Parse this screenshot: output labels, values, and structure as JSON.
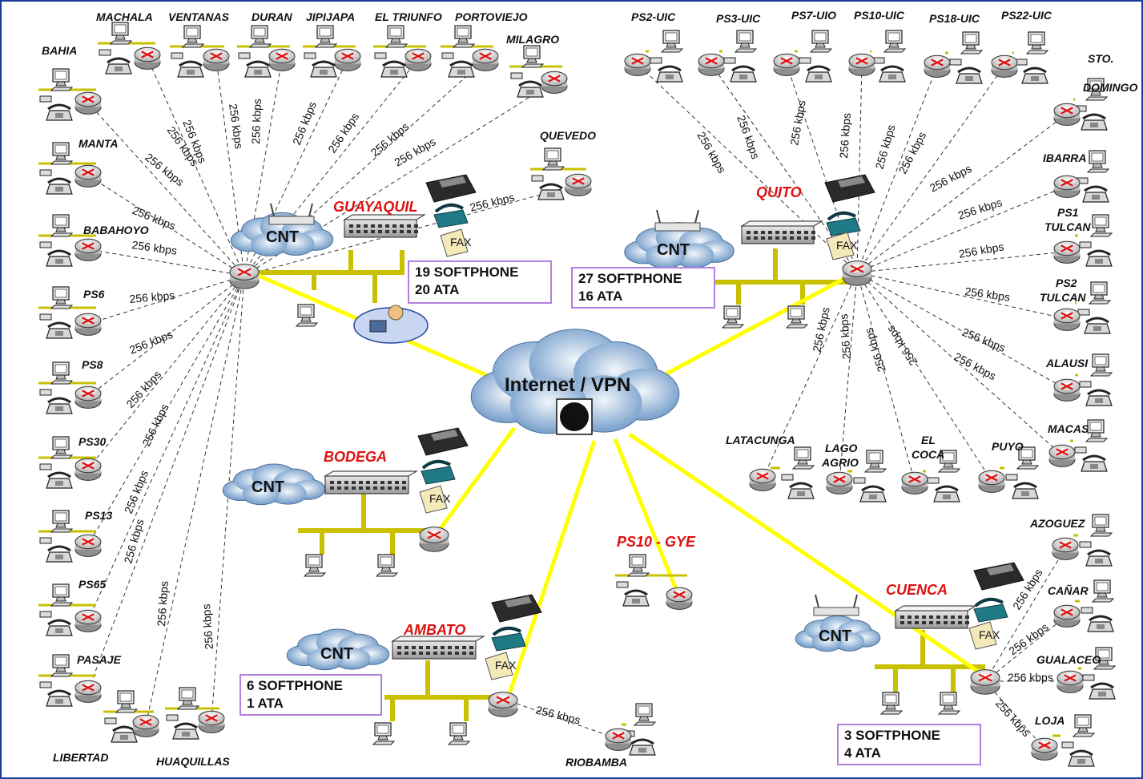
{
  "speed_label": "256 kbps",
  "colors": {
    "vpn_link": "#ffff00",
    "lan_bus": "#c8c000",
    "hub_label": "#e01010",
    "box_border": "#b080e0",
    "frame": "#1a3c9a"
  },
  "internet": {
    "label": "Internet / VPN",
    "badge": "IP"
  },
  "cnt_label": "CNT",
  "hubs": [
    {
      "id": "guayaquil",
      "name": "GUAYAQUIL",
      "has_cnt": true,
      "box": [
        "19 SOFTPHONE",
        "20 ATA"
      ]
    },
    {
      "id": "quito",
      "name": "QUITO",
      "has_cnt": true,
      "box": [
        "27 SOFTPHONE",
        "16 ATA"
      ]
    },
    {
      "id": "bodega",
      "name": "BODEGA",
      "has_cnt": true,
      "box": []
    },
    {
      "id": "ambato",
      "name": "AMBATO",
      "has_cnt": true,
      "box": [
        "6 SOFTPHONE",
        "1 ATA"
      ]
    },
    {
      "id": "cuenca",
      "name": "CUENCA",
      "has_cnt": true,
      "box": [
        "3 SOFTPHONE",
        "4 ATA"
      ]
    },
    {
      "id": "ps10gye",
      "name": "PS10 - GYE",
      "has_cnt": false,
      "box": []
    }
  ],
  "sites_guayaquil": [
    "MACHALA",
    "VENTANAS",
    "DURAN",
    "JIPIJAPA",
    "EL TRIUNFO",
    "PORTOVIEJO",
    "MILAGRO",
    "QUEVEDO",
    "BAHIA",
    "MANTA",
    "BABAHOYO",
    "PS6",
    "PS8",
    "PS30",
    "PS13",
    "PS65",
    "PASAJE",
    "LIBERTAD",
    "HUAQUILLAS"
  ],
  "sites_quito": [
    "PS2-UIC",
    "PS3-UIC",
    "PS7-UIO",
    "PS10-UIC",
    "PS18-UIC",
    "PS22-UIC",
    "STO. DOMINGO",
    "IBARRA",
    "PS1 TULCAN",
    "PS2 TULCAN",
    "ALAUSI",
    "MACAS",
    "LATACUNGA",
    "LAGO AGRIO",
    "EL COCA",
    "PUYO"
  ],
  "sites_ambato": [
    "RIOBAMBA"
  ],
  "sites_cuenca": [
    "AZOGUEZ",
    "CAÑAR",
    "GUALACEO",
    "LOJA"
  ]
}
